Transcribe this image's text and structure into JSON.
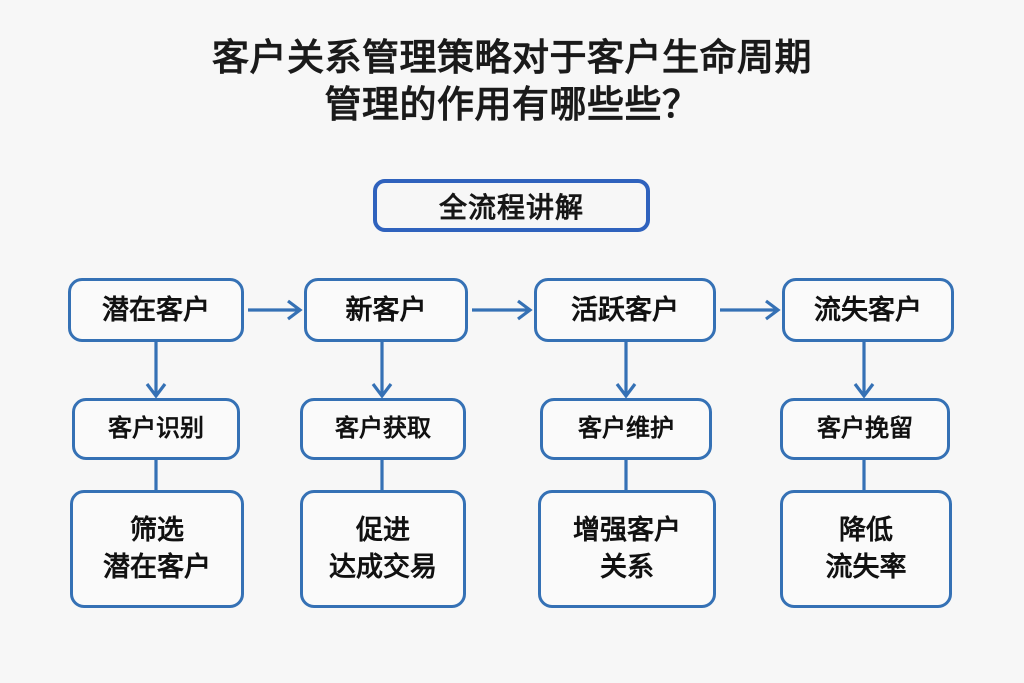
{
  "page": {
    "background_color": "#f7f7f7",
    "accent_color": "#3571b5",
    "subtitle_border_color": "#2f62bd",
    "text_color": "#111111"
  },
  "title": {
    "line1": "客户关系管理策略对于客户生命周期",
    "line2": "管理的作用有哪些些？"
  },
  "subtitle": {
    "label": "全流程讲解"
  },
  "diagram": {
    "type": "flowchart",
    "columns": [
      {
        "stage": "潜在客户",
        "action": "客户识别",
        "outcome": "筛选\n潜在客户"
      },
      {
        "stage": "新客户",
        "action": "客户获取",
        "outcome": "促进\n达成交易"
      },
      {
        "stage": "活跃客户",
        "action": "客户维护",
        "outcome": "增强客户\n关系"
      },
      {
        "stage": "流失客户",
        "action": "客户挽留",
        "outcome": "降低\n流失率"
      }
    ],
    "flow_sequence": [
      "潜在客户",
      "新客户",
      "活跃客户",
      "流失客户"
    ]
  }
}
